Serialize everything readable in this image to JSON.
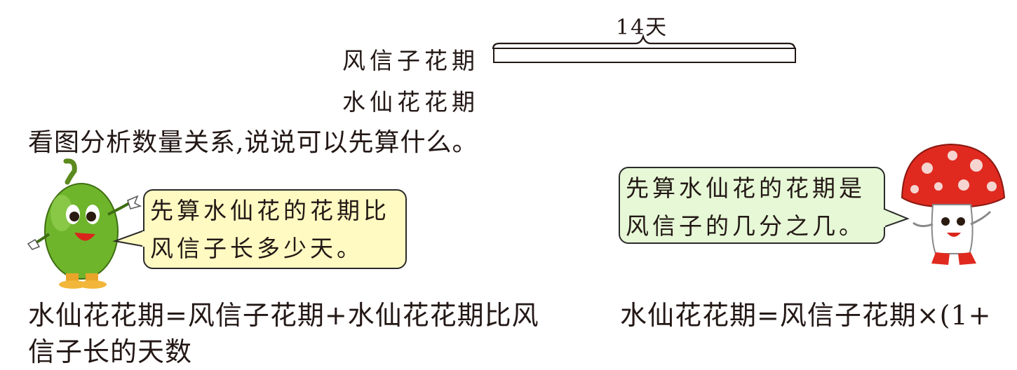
{
  "diagram": {
    "total_label": "14天",
    "row1_label": "风信子花期",
    "row2_label": "水仙花花期"
  },
  "prompt": "看图分析数量关系,说说可以先算什么。",
  "left_bubble": {
    "line1": "先算水仙花的花期比",
    "line2": "风信子长多少天。",
    "fill": "#fffac2"
  },
  "right_bubble": {
    "line1": "先算水仙花的花期是",
    "line2": "风信子的几分之几。",
    "fill": "#e6f8d6"
  },
  "formula_left": {
    "line1": "水仙花花期=风信子花期+水仙花花期比风",
    "line2": "信子长的天数"
  },
  "formula_right": {
    "text": "水仙花花期=风信子花期×(1+"
  }
}
